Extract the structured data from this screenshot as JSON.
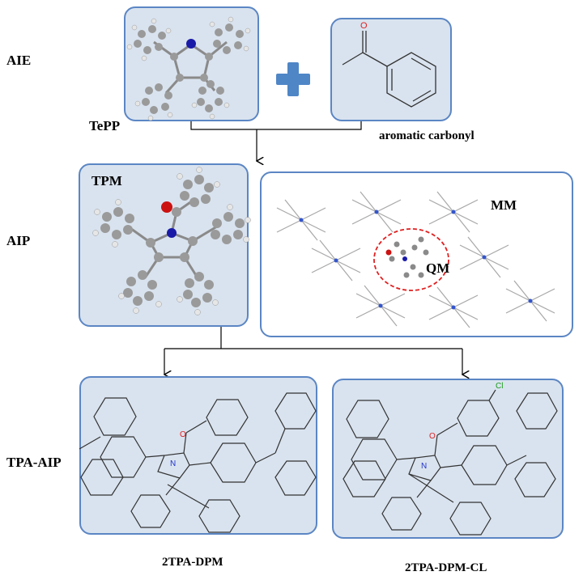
{
  "rows": {
    "aie": "AIE",
    "aip": "AIP",
    "tpa_aip": "TPA-AIP"
  },
  "boxes": {
    "tepp": "TePP",
    "aromatic_carbonyl": "aromatic carbonyl",
    "tpm": "TPM",
    "mm": "MM",
    "qm": "QM",
    "dpm": "2TPA-DPM",
    "dpm_cl": "2TPA-DPM-CL"
  },
  "atoms": {
    "oxygen": "O",
    "nitrogen": "N",
    "chlorine": "Cl"
  },
  "colors": {
    "box_fill": "#d9e3ef",
    "box_border": "#5b86c4",
    "plus": "#4f86c6",
    "oxygen": "#e02020",
    "nitrogen": "#2233cc",
    "chlorine": "#1a9a1a",
    "qm_circle": "#e02020"
  }
}
